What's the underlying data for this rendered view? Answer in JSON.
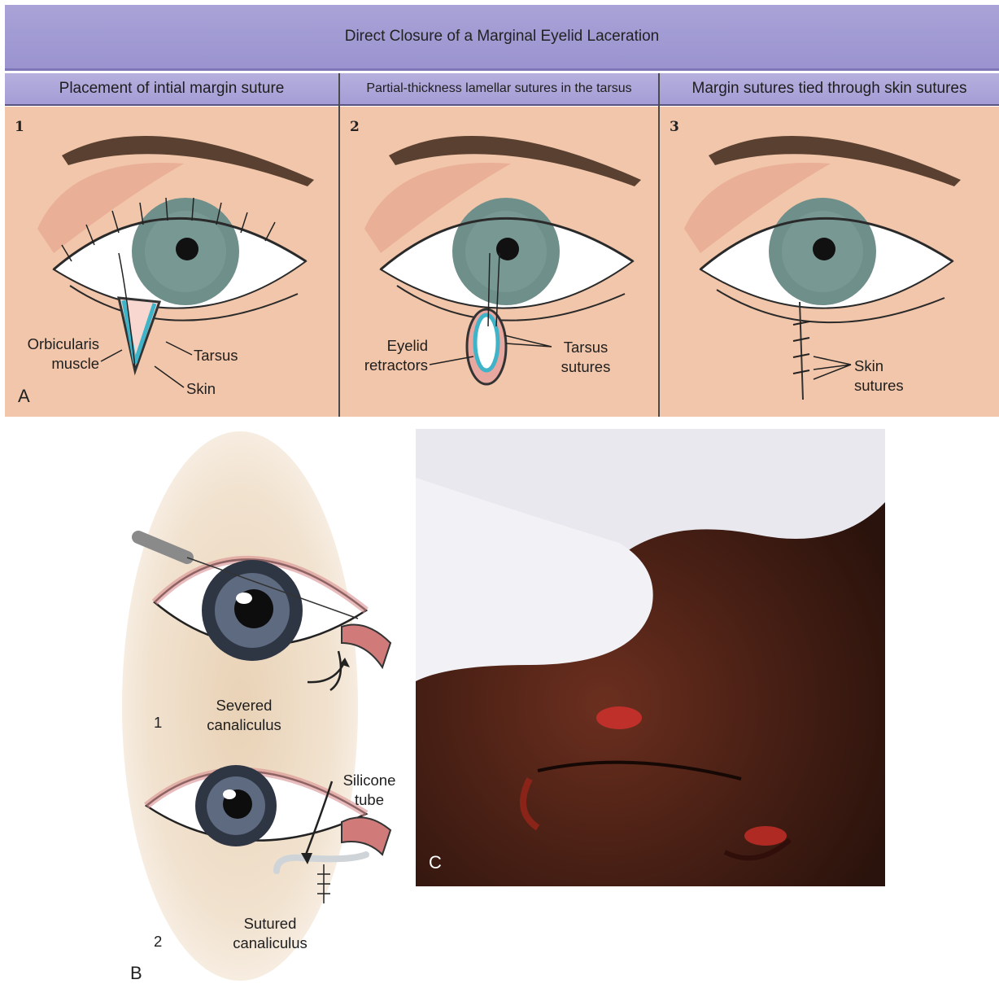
{
  "figure_a": {
    "title": "Direct Closure of a Marginal Eyelid Laceration",
    "letter": "A",
    "panels": [
      {
        "number": "1",
        "header": "Placement of intial margin suture",
        "labels": {
          "orbicularis_line1": "Orbicularis",
          "orbicularis_line2": "muscle",
          "tarsus": "Tarsus",
          "skin": "Skin"
        }
      },
      {
        "number": "2",
        "header": "Partial-thickness lamellar sutures in the tarsus",
        "labels": {
          "retractors_line1": "Eyelid",
          "retractors_line2": "retractors",
          "tarsus_line1": "Tarsus",
          "tarsus_line2": "sutures"
        }
      },
      {
        "number": "3",
        "header": "Margin sutures tied through skin sutures",
        "labels": {
          "skin_line1": "Skin",
          "skin_line2": "sutures"
        }
      }
    ],
    "colors": {
      "banner": "#9a93cf",
      "skin": "#f2c6aa",
      "iris": "#6f8f8a",
      "tarsus": "#3fb4c9"
    }
  },
  "figure_b": {
    "letter": "B",
    "steps": [
      {
        "number": "1",
        "label_line1": "Severed",
        "label_line2": "canaliculus"
      },
      {
        "number": "2",
        "label_line1": "Sutured",
        "label_line2": "canaliculus",
        "tube_line1": "Silicone",
        "tube_line2": "tube"
      }
    ]
  },
  "figure_c": {
    "letter": "C"
  }
}
